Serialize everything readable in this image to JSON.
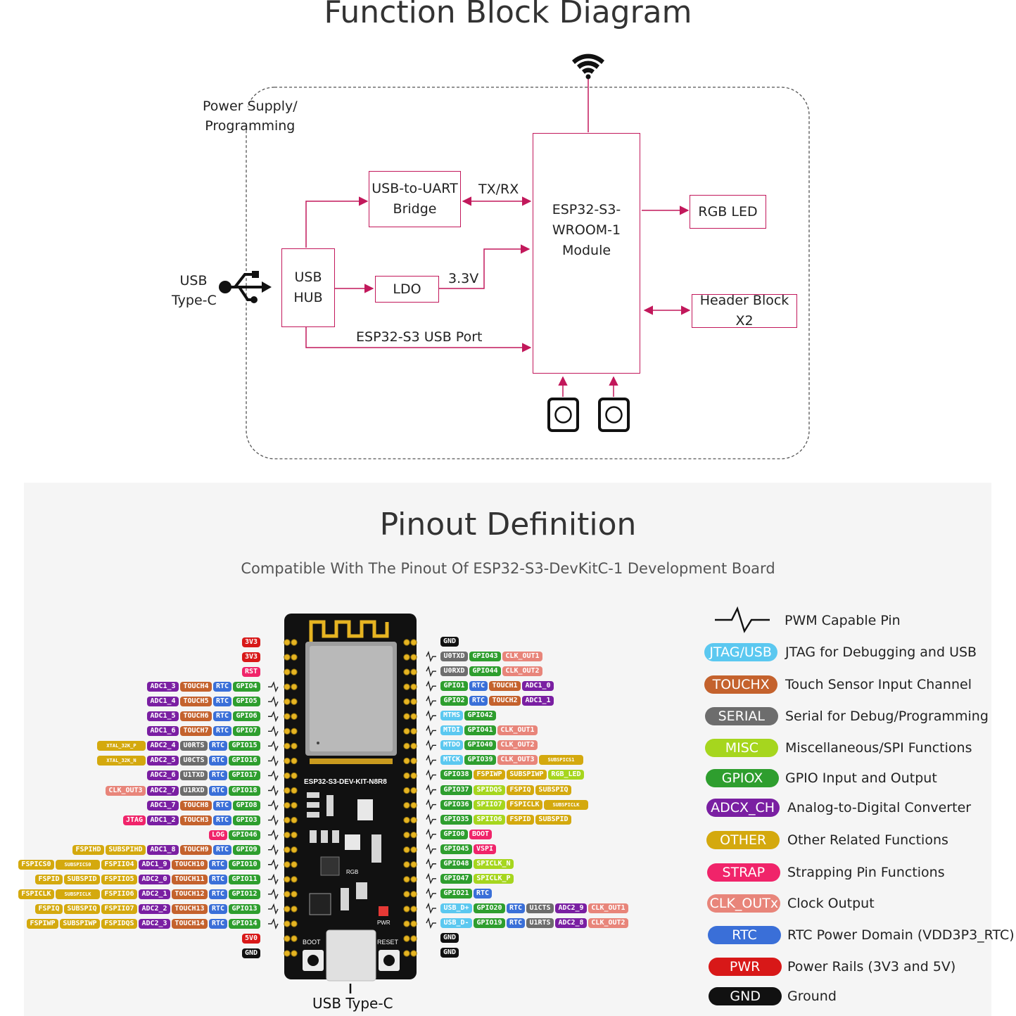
{
  "block_diagram": {
    "title": "Function Block Diagram",
    "labels": {
      "power": [
        "Power Supply/",
        "Programming"
      ],
      "usb_typec": [
        "USB",
        "Type-C"
      ],
      "usb_hub": [
        "USB",
        "HUB"
      ],
      "usb_uart": [
        "USB-to-UART",
        "Bridge"
      ],
      "ldo": "LDO",
      "module": [
        "ESP32-S3-",
        "WROOM-1",
        "Module"
      ],
      "rgb_led": "RGB LED",
      "header": "Header Block X2",
      "txrx": "TX/RX",
      "v33": "3.3V",
      "usb_port": "ESP32-S3 USB Port"
    },
    "icons": [
      "wifi-icon",
      "usb-icon",
      "button-icon"
    ],
    "colors": {
      "block_border": "#c2185b",
      "arrow": "#c2185b",
      "dashed": "#555555"
    }
  },
  "pinout": {
    "title": "Pinout Definition",
    "subtitle": "Compatible With The Pinout Of ESP32-S3-DevKitC-1 Development Board",
    "board": {
      "name": "ESP32-S3-DEV-KIT-N8R8",
      "labels": {
        "boot": "BOOT",
        "reset": "RESET",
        "rgb": "RGB",
        "pwr": "PWR"
      },
      "usb_label": "USB Type-C"
    },
    "left_pins": [
      [
        [
          "PWR",
          "3V3"
        ]
      ],
      [
        [
          "PWR",
          "3V3"
        ]
      ],
      [
        [
          "STRAP",
          "RST"
        ]
      ],
      [
        [
          "ADC",
          "ADC1_3"
        ],
        [
          "TOUCH",
          "TOUCH4"
        ],
        [
          "RTC",
          "RTC"
        ],
        [
          "GPIO",
          "GPIO4"
        ]
      ],
      [
        [
          "ADC",
          "ADC1_4"
        ],
        [
          "TOUCH",
          "TOUCH5"
        ],
        [
          "RTC",
          "RTC"
        ],
        [
          "GPIO",
          "GPIO5"
        ]
      ],
      [
        [
          "ADC",
          "ADC1_5"
        ],
        [
          "TOUCH",
          "TOUCH6"
        ],
        [
          "RTC",
          "RTC"
        ],
        [
          "GPIO",
          "GPIO6"
        ]
      ],
      [
        [
          "ADC",
          "ADC1_6"
        ],
        [
          "TOUCH",
          "TOUCH7"
        ],
        [
          "RTC",
          "RTC"
        ],
        [
          "GPIO",
          "GPIO7"
        ]
      ],
      [
        [
          "OTHERS",
          "XTAL_32K_P"
        ],
        [
          "ADC",
          "ADC2_4"
        ],
        [
          "SERIAL",
          "U0RTS"
        ],
        [
          "RTC",
          "RTC"
        ],
        [
          "GPIO",
          "GPIO15"
        ]
      ],
      [
        [
          "OTHERS",
          "XTAL_32K_N"
        ],
        [
          "ADC",
          "ADC2_5"
        ],
        [
          "SERIAL",
          "U0CTS"
        ],
        [
          "RTC",
          "RTC"
        ],
        [
          "GPIO",
          "GPIO16"
        ]
      ],
      [
        [
          "ADC",
          "ADC2_6"
        ],
        [
          "SERIAL",
          "U1TXD"
        ],
        [
          "RTC",
          "RTC"
        ],
        [
          "GPIO",
          "GPIO17"
        ]
      ],
      [
        [
          "CLKS",
          "CLK_OUT3"
        ],
        [
          "ADC",
          "ADC2_7"
        ],
        [
          "SERIAL",
          "U1RXD"
        ],
        [
          "RTC",
          "RTC"
        ],
        [
          "GPIO",
          "GPIO18"
        ]
      ],
      [
        [
          "ADC",
          "ADC1_7"
        ],
        [
          "TOUCH",
          "TOUCH8"
        ],
        [
          "RTC",
          "RTC"
        ],
        [
          "GPIO",
          "GPIO8"
        ]
      ],
      [
        [
          "STRAP",
          "JTAG"
        ],
        [
          "ADC",
          "ADC1_2"
        ],
        [
          "TOUCH",
          "TOUCH3"
        ],
        [
          "RTC",
          "RTC"
        ],
        [
          "GPIO",
          "GPIO3"
        ]
      ],
      [
        [
          "STRAP",
          "LOG"
        ],
        [
          "GPIO",
          "GPIO46"
        ]
      ],
      [
        [
          "OTHER",
          "FSPIHD"
        ],
        [
          "OTHERS",
          "SUBSPIHD"
        ],
        [
          "ADC",
          "ADC1_8"
        ],
        [
          "TOUCH",
          "TOUCH9"
        ],
        [
          "RTC",
          "RTC"
        ],
        [
          "GPIO",
          "GPIO9"
        ]
      ],
      [
        [
          "OTHER",
          "FSPICS0"
        ],
        [
          "OTHERS",
          "SUBSPICS0"
        ],
        [
          "OTHER",
          "FSPIIO4"
        ],
        [
          "ADC",
          "ADC1_9"
        ],
        [
          "TOUCH",
          "TOUCH10"
        ],
        [
          "RTC",
          "RTC"
        ],
        [
          "GPIO",
          "GPIO10"
        ]
      ],
      [
        [
          "OTHER",
          "FSPID"
        ],
        [
          "OTHERS",
          "SUBSPID"
        ],
        [
          "OTHER",
          "FSPIIO5"
        ],
        [
          "ADC",
          "ADC2_0"
        ],
        [
          "TOUCH",
          "TOUCH11"
        ],
        [
          "RTC",
          "RTC"
        ],
        [
          "GPIO",
          "GPIO11"
        ]
      ],
      [
        [
          "OTHER",
          "FSPICLK"
        ],
        [
          "OTHERS",
          "SUBSPICLK"
        ],
        [
          "OTHER",
          "FSPIIO6"
        ],
        [
          "ADC",
          "ADC2_1"
        ],
        [
          "TOUCH",
          "TOUCH12"
        ],
        [
          "RTC",
          "RTC"
        ],
        [
          "GPIO",
          "GPIO12"
        ]
      ],
      [
        [
          "OTHER",
          "FSPIQ"
        ],
        [
          "OTHERS",
          "SUBSPIQ"
        ],
        [
          "OTHER",
          "FSPIIO7"
        ],
        [
          "ADC",
          "ADC2_2"
        ],
        [
          "TOUCH",
          "TOUCH13"
        ],
        [
          "RTC",
          "RTC"
        ],
        [
          "GPIO",
          "GPIO13"
        ]
      ],
      [
        [
          "OTHER",
          "FSPIWP"
        ],
        [
          "OTHERS",
          "SUBSPIWP"
        ],
        [
          "OTHER",
          "FSPIDQS"
        ],
        [
          "ADC",
          "ADC2_3"
        ],
        [
          "TOUCH",
          "TOUCH14"
        ],
        [
          "RTC",
          "RTC"
        ],
        [
          "GPIO",
          "GPIO14"
        ]
      ],
      [
        [
          "PWR",
          "5V0"
        ]
      ],
      [
        [
          "GND",
          "GND"
        ]
      ]
    ],
    "right_pins": [
      [
        [
          "GND",
          "GND"
        ]
      ],
      [
        [
          "SERIAL",
          "U0TXD"
        ],
        [
          "GPIO",
          "GPIO43"
        ],
        [
          "CLKS",
          "CLK_OUT1"
        ]
      ],
      [
        [
          "SERIAL",
          "U0RXD"
        ],
        [
          "GPIO",
          "GPIO44"
        ],
        [
          "CLKS",
          "CLK_OUT2"
        ]
      ],
      [
        [
          "GPIO",
          "GPIO1"
        ],
        [
          "RTC",
          "RTC"
        ],
        [
          "TOUCH",
          "TOUCH1"
        ],
        [
          "ADC",
          "ADC1_0"
        ]
      ],
      [
        [
          "GPIO",
          "GPIO2"
        ],
        [
          "RTC",
          "RTC"
        ],
        [
          "TOUCH",
          "TOUCH2"
        ],
        [
          "ADC",
          "ADC1_1"
        ]
      ],
      [
        [
          "JTAG",
          "MTMS"
        ],
        [
          "GPIO",
          "GPIO42"
        ]
      ],
      [
        [
          "JTAG",
          "MTDI"
        ],
        [
          "GPIO",
          "GPIO41"
        ],
        [
          "CLKS",
          "CLK_OUT1"
        ]
      ],
      [
        [
          "JTAG",
          "MTDO"
        ],
        [
          "GPIO",
          "GPIO40"
        ],
        [
          "CLKS",
          "CLK_OUT2"
        ]
      ],
      [
        [
          "JTAG",
          "MTCK"
        ],
        [
          "GPIO",
          "GPIO39"
        ],
        [
          "CLKS",
          "CLK_OUT3"
        ],
        [
          "OTHERS",
          "SUBSPICS1"
        ]
      ],
      [
        [
          "GPIO",
          "GPIO38"
        ],
        [
          "OTHER",
          "FSPIWP"
        ],
        [
          "OTHERS",
          "SUBSPIWP"
        ],
        [
          "MISC",
          "RGB_LED"
        ]
      ],
      [
        [
          "GPIO",
          "GPIO37"
        ],
        [
          "MISC",
          "SPIDQS"
        ],
        [
          "OTHER",
          "FSPIQ"
        ],
        [
          "OTHERS",
          "SUBSPIQ"
        ]
      ],
      [
        [
          "GPIO",
          "GPIO36"
        ],
        [
          "MISC",
          "SPIIO7"
        ],
        [
          "OTHER",
          "FSPICLK"
        ],
        [
          "OTHERS",
          "SUBSPICLK"
        ]
      ],
      [
        [
          "GPIO",
          "GPIO35"
        ],
        [
          "MISC",
          "SPIIO6"
        ],
        [
          "OTHER",
          "FSPID"
        ],
        [
          "OTHERS",
          "SUBSPID"
        ]
      ],
      [
        [
          "GPIO",
          "GPIO0"
        ],
        [
          "STRAP",
          "BOOT"
        ]
      ],
      [
        [
          "GPIO",
          "GPIO45"
        ],
        [
          "STRAP",
          "VSPI"
        ]
      ],
      [
        [
          "GPIO",
          "GPIO48"
        ],
        [
          "MISC",
          "SPICLK_N"
        ]
      ],
      [
        [
          "GPIO",
          "GPIO47"
        ],
        [
          "MISC",
          "SPICLK_P"
        ]
      ],
      [
        [
          "GPIO",
          "GPIO21"
        ],
        [
          "RTC",
          "RTC"
        ]
      ],
      [
        [
          "JTAG",
          "USB_D+"
        ],
        [
          "GPIO",
          "GPIO20"
        ],
        [
          "RTC",
          "RTC"
        ],
        [
          "SERIAL",
          "U1CTS"
        ],
        [
          "ADC",
          "ADC2_9"
        ],
        [
          "CLKS",
          "CLK_OUT1"
        ]
      ],
      [
        [
          "JTAG",
          "USB_D-"
        ],
        [
          "GPIO",
          "GPIO19"
        ],
        [
          "RTC",
          "RTC"
        ],
        [
          "SERIAL",
          "U1RTS"
        ],
        [
          "ADC",
          "ADC2_8"
        ],
        [
          "CLKS",
          "CLK_OUT2"
        ]
      ],
      [
        [
          "GND",
          "GND"
        ]
      ],
      [
        [
          "GND",
          "GND"
        ]
      ]
    ],
    "legend": [
      {
        "pill": "",
        "text": "PWM Capable Pin",
        "color": ""
      },
      {
        "pill": "JTAG/USB",
        "text": "JTAG for Debugging and USB",
        "color": "#5bc8f0"
      },
      {
        "pill": "TOUCHX",
        "text": "Touch Sensor Input Channel",
        "color": "#c4622d"
      },
      {
        "pill": "SERIAL",
        "text": "Serial for Debug/Programming",
        "color": "#6d6d6d"
      },
      {
        "pill": "MISC",
        "text": "Miscellaneous/SPI Functions",
        "color": "#a6d61e"
      },
      {
        "pill": "GPIOX",
        "text": "GPIO Input and Output",
        "color": "#2e9e2e"
      },
      {
        "pill": "ADCX_CH",
        "text": "Analog-to-Digital Converter",
        "color": "#7a1fa2"
      },
      {
        "pill": "OTHER",
        "text": "Other Related Functions",
        "color": "#d4a90e"
      },
      {
        "pill": "STRAP",
        "text": "Strapping Pin Functions",
        "color": "#f0246a"
      },
      {
        "pill": "CLK_OUTx",
        "text": "Clock Output",
        "color": "#e8857a"
      },
      {
        "pill": "RTC",
        "text": "RTC Power Domain (VDD3P3_RTC)",
        "color": "#3a6fd8"
      },
      {
        "pill": "PWR",
        "text": "Power Rails (3V3 and 5V)",
        "color": "#d81818"
      },
      {
        "pill": "GND",
        "text": "Ground",
        "color": "#111111"
      }
    ],
    "tag_colors": {
      "PWR": "#d81818",
      "STRAP": "#f0246a",
      "ADC": "#7a1fa2",
      "TOUCH": "#c4622d",
      "RTC": "#3a6fd8",
      "GPIO": "#2e9e2e",
      "SERIAL": "#6d6d6d",
      "OTHER": "#d4a90e",
      "OTHERS": "#d4a90e",
      "CLKS": "#e8857a",
      "JTAG": "#5bc8f0",
      "MISC": "#a6d61e",
      "GND": "#111111"
    }
  }
}
